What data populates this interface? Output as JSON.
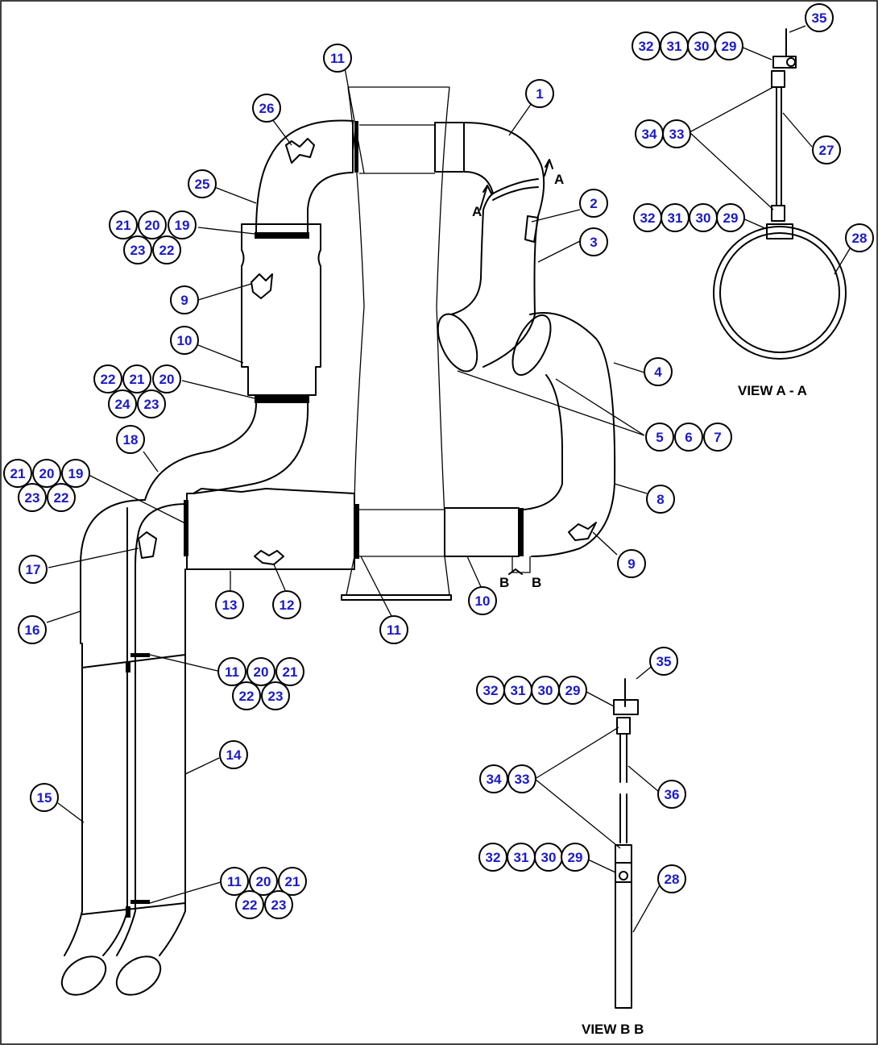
{
  "diagram": {
    "view_labels": {
      "view_aa": "VIEW  A - A",
      "view_bb": "VIEW  B    B"
    },
    "section_markers": {
      "a": "A",
      "b": "B"
    },
    "callouts": [
      {
        "id": "c-11-top",
        "label": "11"
      },
      {
        "id": "c-1",
        "label": "1"
      },
      {
        "id": "c-26",
        "label": "26"
      },
      {
        "id": "c-25",
        "label": "25"
      },
      {
        "id": "c-2",
        "label": "2"
      },
      {
        "id": "c-3",
        "label": "3"
      },
      {
        "id": "c-21a",
        "label": "21"
      },
      {
        "id": "c-20a",
        "label": "20"
      },
      {
        "id": "c-19a",
        "label": "19"
      },
      {
        "id": "c-23a",
        "label": "23"
      },
      {
        "id": "c-22a",
        "label": "22"
      },
      {
        "id": "c-9a",
        "label": "9"
      },
      {
        "id": "c-10a",
        "label": "10"
      },
      {
        "id": "c-4",
        "label": "4"
      },
      {
        "id": "c-22b",
        "label": "22"
      },
      {
        "id": "c-21b",
        "label": "21"
      },
      {
        "id": "c-20b",
        "label": "20"
      },
      {
        "id": "c-24",
        "label": "24"
      },
      {
        "id": "c-23b",
        "label": "23"
      },
      {
        "id": "c-5",
        "label": "5"
      },
      {
        "id": "c-6",
        "label": "6"
      },
      {
        "id": "c-7",
        "label": "7"
      },
      {
        "id": "c-18",
        "label": "18"
      },
      {
        "id": "c-21c",
        "label": "21"
      },
      {
        "id": "c-20c",
        "label": "20"
      },
      {
        "id": "c-19c",
        "label": "19"
      },
      {
        "id": "c-23c",
        "label": "23"
      },
      {
        "id": "c-22c",
        "label": "22"
      },
      {
        "id": "c-8",
        "label": "8"
      },
      {
        "id": "c-17",
        "label": "17"
      },
      {
        "id": "c-9b",
        "label": "9"
      },
      {
        "id": "c-13",
        "label": "13"
      },
      {
        "id": "c-12",
        "label": "12"
      },
      {
        "id": "c-10b",
        "label": "10"
      },
      {
        "id": "c-16",
        "label": "16"
      },
      {
        "id": "c-11-mid",
        "label": "11"
      },
      {
        "id": "c-11d",
        "label": "11"
      },
      {
        "id": "c-20d",
        "label": "20"
      },
      {
        "id": "c-21d",
        "label": "21"
      },
      {
        "id": "c-22d",
        "label": "22"
      },
      {
        "id": "c-23d",
        "label": "23"
      },
      {
        "id": "c-14",
        "label": "14"
      },
      {
        "id": "c-15",
        "label": "15"
      },
      {
        "id": "c-11e",
        "label": "11"
      },
      {
        "id": "c-20e",
        "label": "20"
      },
      {
        "id": "c-21e",
        "label": "21"
      },
      {
        "id": "c-22e",
        "label": "22"
      },
      {
        "id": "c-23e",
        "label": "23"
      },
      {
        "id": "c-32a",
        "label": "32"
      },
      {
        "id": "c-31a",
        "label": "31"
      },
      {
        "id": "c-30a",
        "label": "30"
      },
      {
        "id": "c-29a",
        "label": "29"
      },
      {
        "id": "c-35a",
        "label": "35"
      },
      {
        "id": "c-34a",
        "label": "34"
      },
      {
        "id": "c-33a",
        "label": "33"
      },
      {
        "id": "c-27",
        "label": "27"
      },
      {
        "id": "c-32b",
        "label": "32"
      },
      {
        "id": "c-31b",
        "label": "31"
      },
      {
        "id": "c-30b",
        "label": "30"
      },
      {
        "id": "c-29b",
        "label": "29"
      },
      {
        "id": "c-28a",
        "label": "28"
      },
      {
        "id": "c-32c",
        "label": "32"
      },
      {
        "id": "c-31c",
        "label": "31"
      },
      {
        "id": "c-30c",
        "label": "30"
      },
      {
        "id": "c-29c",
        "label": "29"
      },
      {
        "id": "c-35b",
        "label": "35"
      },
      {
        "id": "c-34b",
        "label": "34"
      },
      {
        "id": "c-33b",
        "label": "33"
      },
      {
        "id": "c-36",
        "label": "36"
      },
      {
        "id": "c-32d",
        "label": "32"
      },
      {
        "id": "c-31d",
        "label": "31"
      },
      {
        "id": "c-30d",
        "label": "30"
      },
      {
        "id": "c-29d",
        "label": "29"
      },
      {
        "id": "c-28b",
        "label": "28"
      }
    ]
  }
}
